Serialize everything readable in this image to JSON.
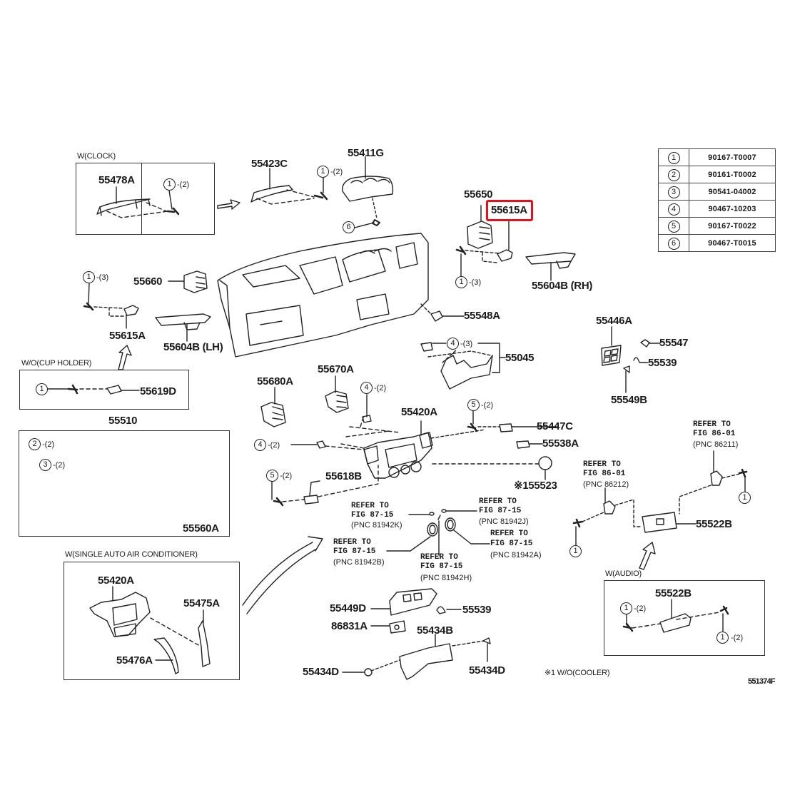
{
  "figure_id": "551374F",
  "highlight_color": "#e8101a",
  "highlighted_part": "55615A",
  "fastener_legend": [
    {
      "ref": "1",
      "part_no": "90167-T0007"
    },
    {
      "ref": "2",
      "part_no": "90161-T0002"
    },
    {
      "ref": "3",
      "part_no": "90541-04002"
    },
    {
      "ref": "4",
      "part_no": "90467-10203"
    },
    {
      "ref": "5",
      "part_no": "90167-T0022"
    },
    {
      "ref": "6",
      "part_no": "90467-T0015"
    }
  ],
  "groups": {
    "clock": "W(CLOCK)",
    "cup_holder": "W/O(CUP HOLDER)",
    "glove_box": "55510",
    "single_ac": "W(SINGLE AUTO AIR CONDITIONER)",
    "audio": "W(AUDIO)"
  },
  "parts": {
    "p55478A": "55478A",
    "p55423C": "55423C",
    "p55411G": "55411G",
    "p55650": "55650",
    "p55615A_rh": "55615A",
    "p55604B_rh": "55604B (RH)",
    "p55660": "55660",
    "p55615A_lh": "55615A",
    "p55604B_lh": "55604B (LH)",
    "p55548A": "55548A",
    "p55045": "55045",
    "p55446A": "55446A",
    "p55547": "55547",
    "p55539_a": "55539",
    "p55549B": "55549B",
    "p55619D": "55619D",
    "p55680A": "55680A",
    "p55670A": "55670A",
    "p55420A": "55420A",
    "p55447C": "55447C",
    "p55538A": "55538A",
    "p55618B": "55618B",
    "p55523": "※155523",
    "p55560A": "55560A",
    "p55522B": "55522B",
    "p55420A_ac": "55420A",
    "p55475A": "55475A",
    "p55476A": "55476A",
    "p55449D": "55449D",
    "p55539_b": "55539",
    "p86831A": "86831A",
    "p55434B": "55434B",
    "p55434D_l": "55434D",
    "p55434D_r": "55434D",
    "p55522B_audio": "55522B"
  },
  "fastener_callouts": {
    "clock_screw": {
      "ref": "1",
      "qty": "-(2)"
    },
    "cluster_screw": {
      "ref": "1",
      "qty": "-(2)"
    },
    "cluster_clip": {
      "ref": "6",
      "qty": ""
    },
    "rh_vent_screw": {
      "ref": "1",
      "qty": "-(3)"
    },
    "lh_vent_screw": {
      "ref": "1",
      "qty": "-(3)"
    },
    "cup_holder_screw": {
      "ref": "1",
      "qty": ""
    },
    "glovebox_screw_2": {
      "ref": "2",
      "qty": "-(2)"
    },
    "glovebox_screw_3": {
      "ref": "3",
      "qty": "-(2)"
    },
    "lower_panel_clip": {
      "ref": "4",
      "qty": "-(3)"
    },
    "center_clip_top": {
      "ref": "4",
      "qty": "-(2)"
    },
    "center_clip_left": {
      "ref": "4",
      "qty": "-(2)"
    },
    "center_screw": {
      "ref": "5",
      "qty": "-(2)"
    },
    "switch_screw": {
      "ref": "5",
      "qty": "-(2)"
    },
    "bracket_screw_left": {
      "ref": "1",
      "qty": ""
    },
    "bracket_screw_right": {
      "ref": "1",
      "qty": ""
    },
    "audio_screw_left": {
      "ref": "1",
      "qty": "-(2)"
    },
    "audio_screw_right": {
      "ref": "1",
      "qty": "-(2)"
    }
  },
  "references": {
    "r81942K": {
      "line1": "REFER TO",
      "line2": "FIG 87-15",
      "pnc": "(PNC 81942K)"
    },
    "r81942J": {
      "line1": "REFER TO",
      "line2": "FIG 87-15",
      "pnc": "(PNC 81942J)"
    },
    "r81942A": {
      "line1": "REFER TO",
      "line2": "FIG 87-15",
      "pnc": "(PNC 81942A)"
    },
    "r81942B": {
      "line1": "REFER TO",
      "line2": "FIG 87-15",
      "pnc": "(PNC 81942B)"
    },
    "r81942H": {
      "line1": "REFER TO",
      "line2": "FIG 87-15",
      "pnc": "(PNC 81942H)"
    },
    "r86212": {
      "line1": "REFER TO",
      "line2": "FIG 86-01",
      "pnc": "(PNC 86212)"
    },
    "r86211": {
      "line1": "REFER TO",
      "line2": "FIG 86-01",
      "pnc": "(PNC 86211)"
    }
  },
  "footnote": "※1 W/O(COOLER)"
}
